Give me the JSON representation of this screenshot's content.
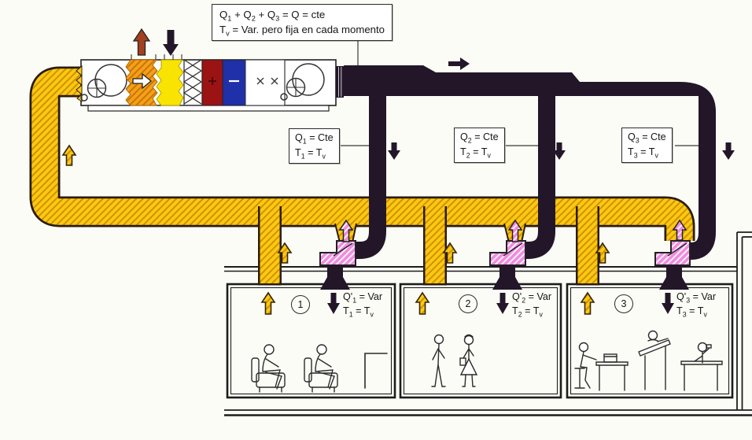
{
  "colors": {
    "background": "#fcfcf6",
    "duct_supply": "#231629",
    "duct_return": "#fbc913",
    "return_hatch": "#d19200",
    "vav_pink": "#f08ce0",
    "heating_coil_red": "#9c1313",
    "cooling_coil_blue": "#2030a8",
    "mixing_orange": "#f5a01b",
    "filter_yellow": "#f9e300",
    "exhaust_brown": "#a3401f"
  },
  "title_box": {
    "line1": "Q_1 + Q_2 + Q_3 = Q = cte",
    "line2": "T_v = Var. pero fija en cada momento"
  },
  "zones": [
    {
      "duct_label": {
        "flow": "Q_1 = Cte",
        "temp": "T_1 = T_v"
      },
      "room": {
        "number": "1",
        "flow": "Q'_1 = Var",
        "temp": "T_1 = T_v"
      }
    },
    {
      "duct_label": {
        "flow": "Q_2 = Cte",
        "temp": "T_2 = T_v"
      },
      "room": {
        "number": "2",
        "flow": "Q'_2 = Var",
        "temp": "T_2 = T_v"
      }
    },
    {
      "duct_label": {
        "flow": "Q_3 = Cte",
        "temp": "T_3 = T_v"
      },
      "room": {
        "number": "3",
        "flow": "Q'_3 = Var",
        "temp": "T_3 = T_v"
      }
    }
  ],
  "icons": {
    "exhaust_air_arrow": "up-arrow-brown",
    "outdoor_air_arrow": "down-arrow-black",
    "supply_flow_arrow": "right-arrow-black",
    "zone_supply_arrow": "down-arrow-black",
    "vav_inlet_arrow": "up-arrow-pink",
    "plenum_return_arrow": "up-arrow-yellow",
    "room_return_arrow": "up-arrow-yellow",
    "room_supply_arrow": "down-arrow-black",
    "mixing_section_arrow": "right-arrow-white"
  }
}
